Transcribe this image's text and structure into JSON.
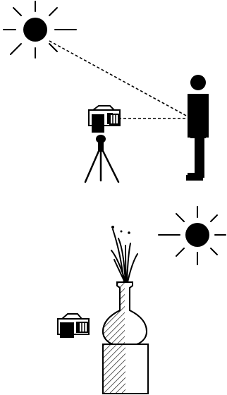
{
  "figure_panels": [
    {
      "panel": "top",
      "elements": [
        "sun-icon",
        "camera-icon",
        "tripod-icon",
        "person-figure",
        "light-ray-dashed",
        "camera-sightline-dashed"
      ]
    },
    {
      "panel": "bottom",
      "elements": [
        "sun-icon",
        "camera-icon",
        "vase-with-grass",
        "pedestal"
      ]
    }
  ],
  "colors": {
    "ink": "#000000",
    "background": "#ffffff"
  }
}
